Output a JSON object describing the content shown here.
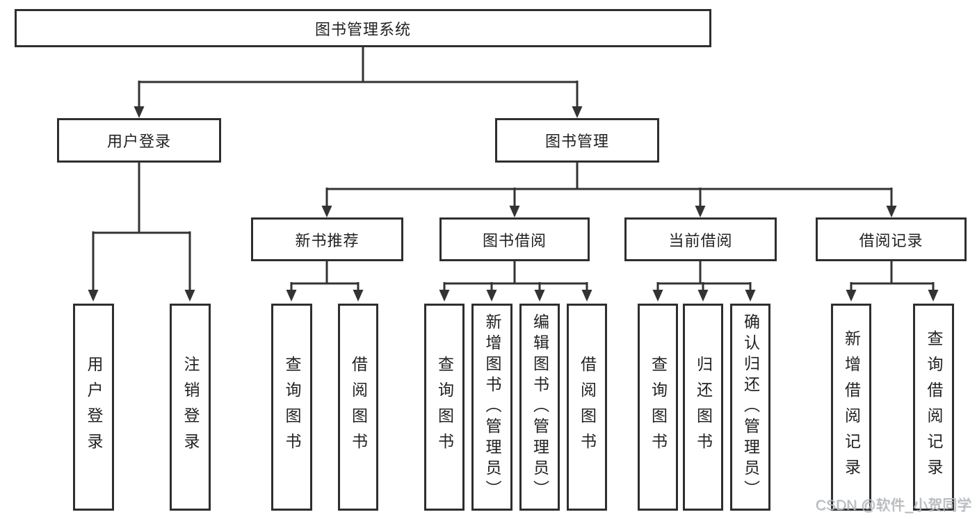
{
  "diagram": {
    "title": "图书管理系统",
    "root": {
      "label": "图书管理系统"
    },
    "branches": [
      {
        "label": "用户登录",
        "children": [
          {
            "label": "用户登录"
          },
          {
            "label": "注销登录"
          }
        ]
      },
      {
        "label": "图书管理",
        "children": [
          {
            "label": "新书推荐",
            "children": [
              {
                "label": "查询图书"
              },
              {
                "label": "借阅图书"
              }
            ]
          },
          {
            "label": "图书借阅",
            "children": [
              {
                "label": "查询图书"
              },
              {
                "label": "新增图书（管理员）"
              },
              {
                "label": "编辑图书（管理员）"
              },
              {
                "label": "借阅图书"
              }
            ]
          },
          {
            "label": "当前借阅",
            "children": [
              {
                "label": "查询图书"
              },
              {
                "label": "归还图书"
              },
              {
                "label": "确认归还（管理员）"
              }
            ]
          },
          {
            "label": "借阅记录",
            "children": [
              {
                "label": "新增借阅记录"
              },
              {
                "label": "查询借阅记录"
              }
            ]
          }
        ]
      }
    ]
  },
  "watermark": {
    "text": "CSDN @软件_小贺同学",
    "color": "#b6bac1"
  },
  "colors": {
    "background": "#ffffff",
    "line": "#333333",
    "box_border": "#2e2e2e",
    "text": "#212121"
  }
}
